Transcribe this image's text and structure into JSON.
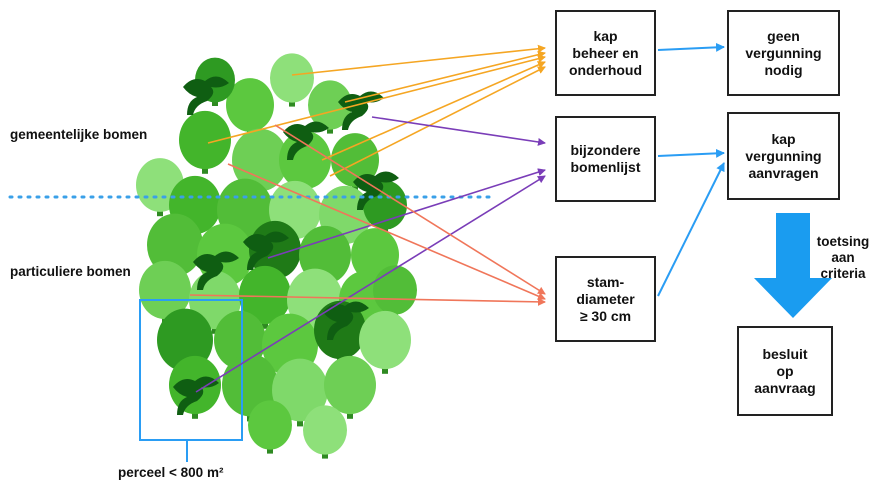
{
  "labels": {
    "municipal_trees": "gemeentelijke bomen",
    "private_trees": "particuliere bomen",
    "plot": "perceel <  800 m²",
    "assessment": [
      "toetsing",
      "aan",
      "criteria"
    ]
  },
  "boxes": {
    "maintenance": [
      "kap",
      "beheer en",
      "onderhoud"
    ],
    "special_list": [
      "bijzondere",
      "bomenlijst"
    ],
    "stem_diameter": [
      "stam-",
      "diameter",
      "≥ 30 cm"
    ],
    "no_permit": [
      "geen",
      "vergunning",
      "nodig"
    ],
    "apply_permit": [
      "kap",
      "vergunning",
      "aanvragen"
    ],
    "decision": [
      "besluit",
      "op",
      "aanvraag"
    ]
  },
  "colors": {
    "orange": "#f5a623",
    "purple": "#7a3db8",
    "red": "#f0765a",
    "blue": "#2a9df4",
    "dotted_line": "#3aa0e8",
    "plot_border": "#2a9df4"
  }
}
